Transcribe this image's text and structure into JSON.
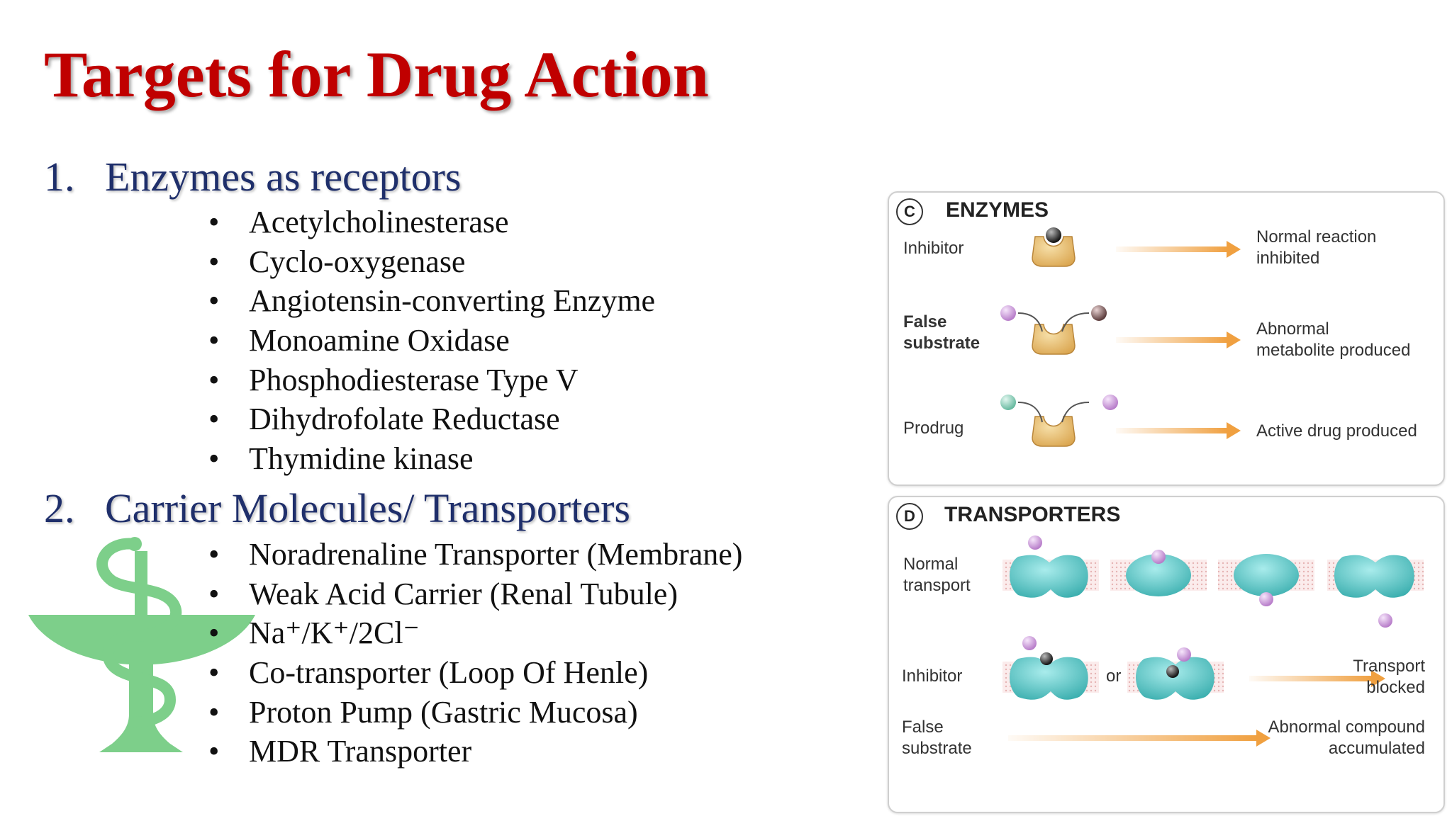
{
  "title": "Targets for Drug Action",
  "sections": [
    {
      "number": "1.",
      "heading": "Enzymes as receptors",
      "items": [
        "Acetylcholinesterase",
        "Cyclo-oxygenase",
        "Angiotensin-converting Enzyme",
        "Monoamine Oxidase",
        "Phosphodiesterase Type V",
        "Dihydrofolate Reductase",
        "Thymidine kinase"
      ]
    },
    {
      "number": "2.",
      "heading": "Carrier Molecules/ Transporters",
      "items": [
        "Noradrenaline Transporter (Membrane)",
        "Weak Acid Carrier (Renal Tubule)",
        "Na⁺/K⁺/2Cl⁻",
        "Co-transporter (Loop Of Henle)",
        "Proton Pump (Gastric Mucosa)",
        "MDR Transporter"
      ]
    }
  ],
  "bullet": "•",
  "enzymes_panel": {
    "letter": "C",
    "label": "ENZYMES",
    "rows": [
      {
        "left": "Inhibitor",
        "right_line1": "Normal reaction",
        "right_line2": "inhibited"
      },
      {
        "left_line1": "False",
        "left_line2": "substrate",
        "right_line1": "Abnormal",
        "right_line2": "metabolite produced"
      },
      {
        "left": "Prodrug",
        "right": "Active drug produced"
      }
    ]
  },
  "transporters_panel": {
    "letter": "D",
    "label": "TRANSPORTERS",
    "rows": [
      {
        "left_line1": "Normal",
        "left_line2": "transport"
      },
      {
        "left": "Inhibitor",
        "middle": "or",
        "right_line1": "Transport",
        "right_line2": "blocked"
      },
      {
        "left_line1": "False",
        "left_line2": "substrate",
        "right_line1": "Abnormal compound",
        "right_line2": "accumulated"
      }
    ]
  },
  "colors": {
    "title": "#c00000",
    "heading": "#1f2f6b",
    "enzyme": "#e8b85a",
    "transporter": "#4fc4c4",
    "arrow": "#f0a040",
    "logo": "#7dcf8a",
    "substrate_purple": "#d7a6e6",
    "substrate_green": "#8fd6c0"
  }
}
